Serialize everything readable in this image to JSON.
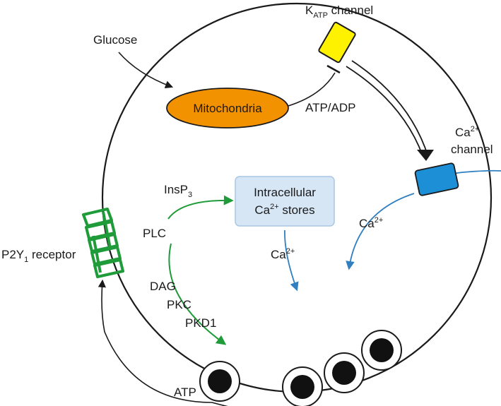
{
  "labels": {
    "katp_main": "K",
    "katp_sub": "ATP",
    "katp_rest": " channel",
    "glucose": "Glucose",
    "mitochondria": "Mitochondria",
    "atp_adp": "ATP/ADP",
    "ca_channel_ca": "Ca",
    "ca_channel_sup": "2+",
    "ca_channel_word": "channel",
    "insp3_main": "InsP",
    "insp3_sub": "3",
    "stores_line1": "Intracellular",
    "stores_ca": "Ca",
    "stores_sup": "2+",
    "stores_rest": " stores",
    "ca_right": "Ca",
    "ca_right_sup": "2+",
    "ca_center": "Ca",
    "ca_center_sup": "2+",
    "plc": "PLC",
    "p2y1_main": "P2Y",
    "p2y1_sub": "1",
    "p2y1_rest": " receptor",
    "dag": "DAG",
    "pkc": "PKC",
    "pkd1": "PKD1",
    "atp": "ATP"
  },
  "colors": {
    "membrane": "#1a1a1a",
    "katp_channel": "#fff200",
    "mitochondria": "#f39200",
    "ca_channel": "#1c8fd6",
    "stores_fill": "#d6e6f5",
    "stores_border": "#a9c6e4",
    "green_pathway": "#1f9b3a",
    "blue_arrow": "#2f7fc1",
    "granule": "#111111"
  },
  "icons": {
    "p2y1": "serpentine-receptor-icon",
    "granule": "insulin-granule-icon"
  }
}
